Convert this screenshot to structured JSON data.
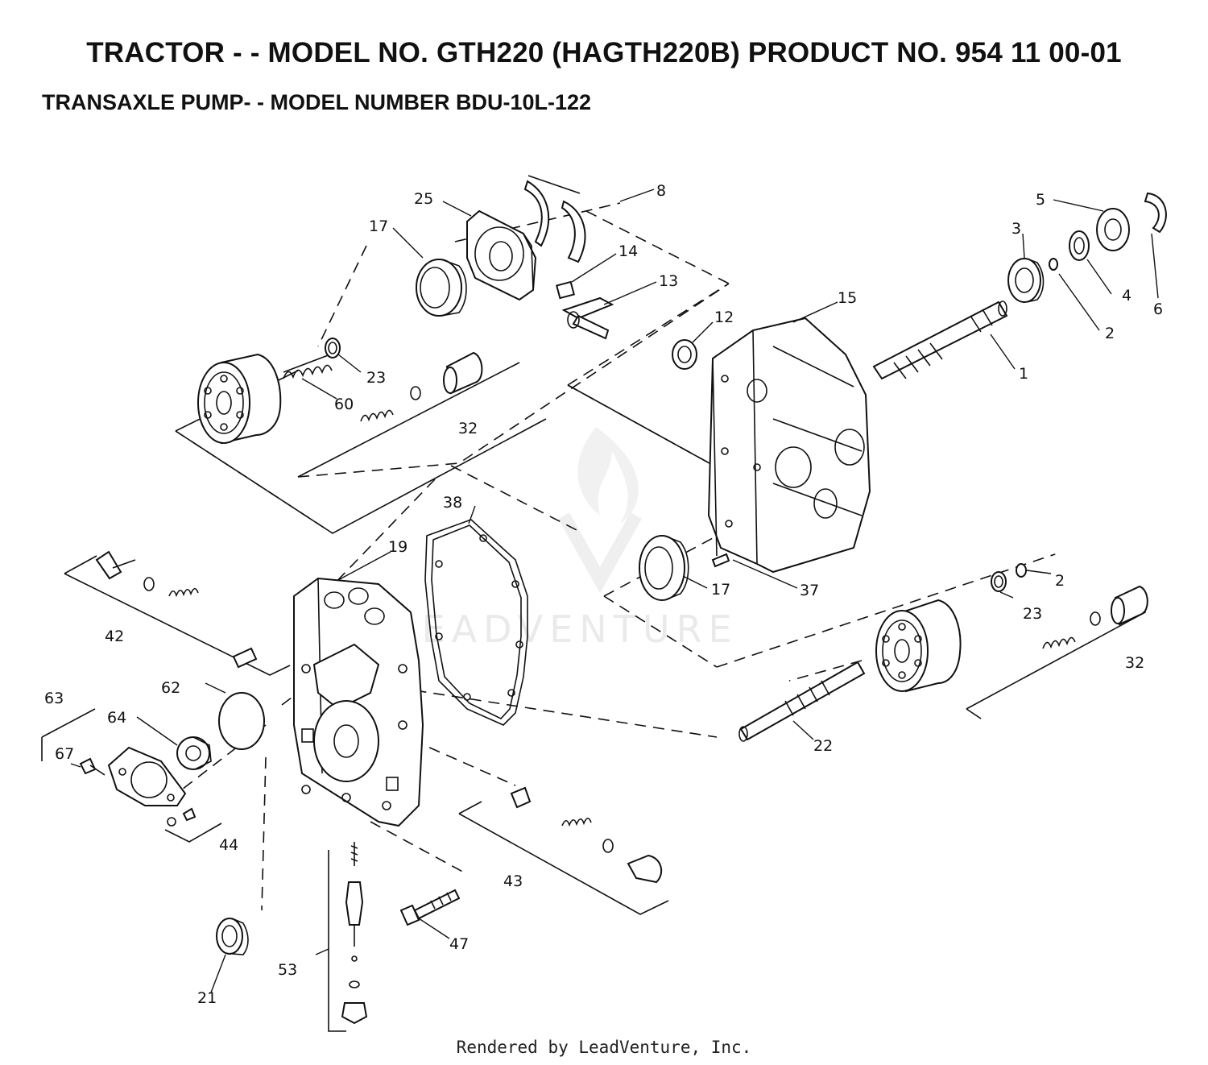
{
  "header": {
    "title": "TRACTOR - - MODEL NO. GTH220 (HAGTH220B) PRODUCT NO. 954 11 00-01",
    "subtitle": "TRANSAXLE PUMP- - MODEL NUMBER BDU-10L-122"
  },
  "watermark": "LEADVENTURE",
  "footer": "Rendered by LeadVenture, Inc.",
  "labels": {
    "p1": "1",
    "p2a": "2",
    "p2b": "2",
    "p3": "3",
    "p4": "4",
    "p5": "5",
    "p6": "6",
    "p8": "8",
    "p12": "12",
    "p13": "13",
    "p14": "14",
    "p15": "15",
    "p17a": "17",
    "p17b": "17",
    "p19": "19",
    "p21": "21",
    "p22": "22",
    "p23a": "23",
    "p23b": "23",
    "p25": "25",
    "p32a": "32",
    "p32b": "32",
    "p37": "37",
    "p38": "38",
    "p42": "42",
    "p43": "43",
    "p44": "44",
    "p47": "47",
    "p53": "53",
    "p60": "60",
    "p62": "62",
    "p63": "63",
    "p64": "64",
    "p67": "67"
  }
}
